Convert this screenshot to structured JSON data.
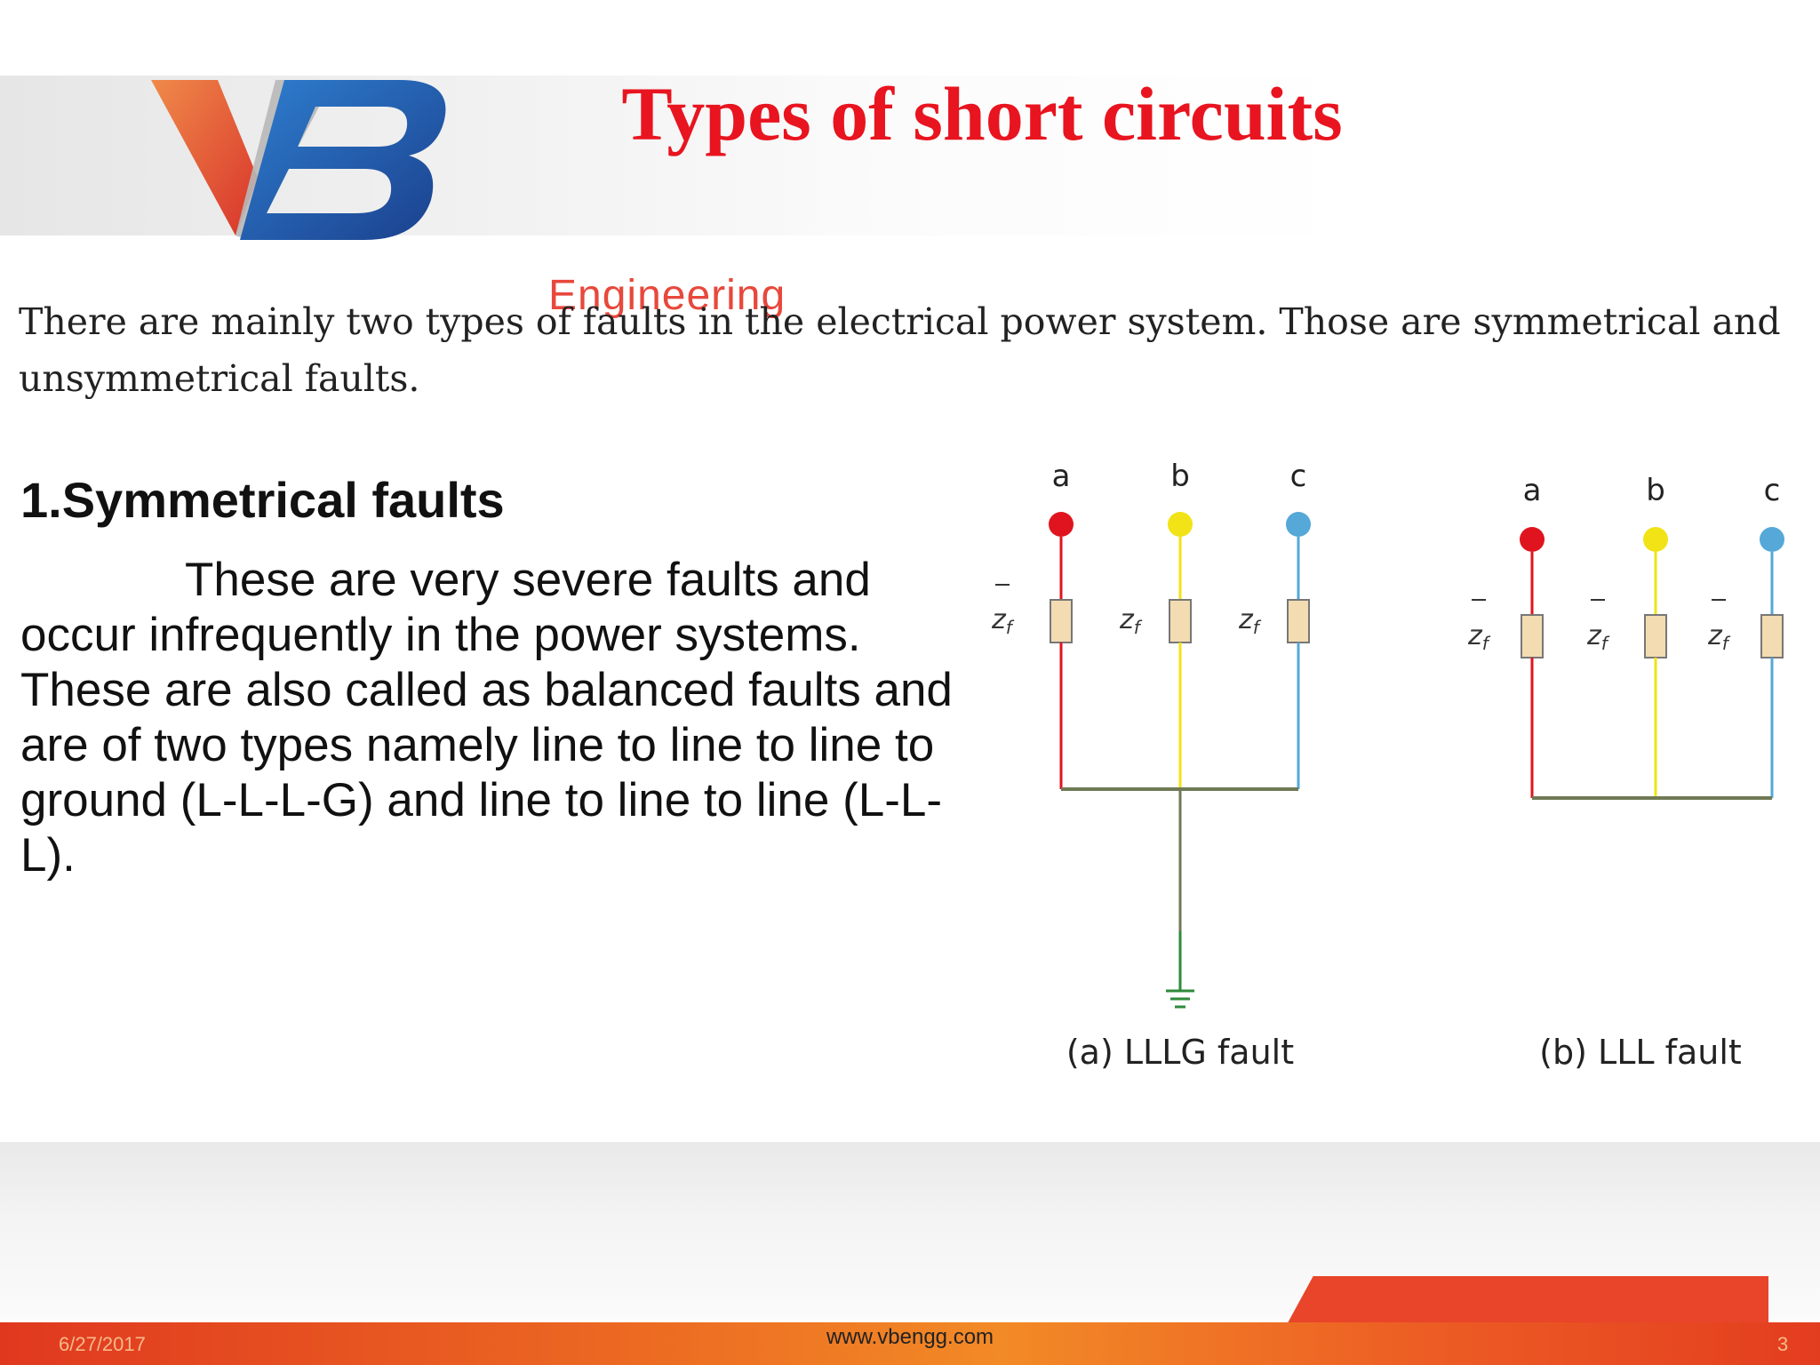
{
  "slide": {
    "title": "Types of short circuits",
    "logo_word": "Engineering",
    "intro": "There are mainly two types of faults in the electrical power system. Those are symmetrical and unsymmetrical faults.",
    "section_heading": "1.Symmetrical faults",
    "section_body": "These are very severe faults and occur infrequently in the power systems. These are also called as balanced faults and are of two types namely line to line to line to ground (L-L-L-G) and line to line to line (L-L-L)."
  },
  "diagram": {
    "phases": [
      "a",
      "b",
      "c"
    ],
    "impedance_label": "z",
    "impedance_sub": "f",
    "caption_a": "(a) LLLG fault",
    "caption_b": "(b) LLL fault",
    "colors": {
      "a": "#e0141e",
      "b": "#f1e316",
      "c": "#55a8d8",
      "bus": "#6f7a55",
      "ground": "#2f8a3a",
      "box": "#f3dcb2"
    }
  },
  "footer": {
    "date": "6/27/2017",
    "url": "www.vbengg.com",
    "page": "3"
  },
  "colors": {
    "title": "#e8141f",
    "logo_red": "#e8483c",
    "logo_blue": "#1d5aa8",
    "footer_orange": "#ec6a22"
  }
}
